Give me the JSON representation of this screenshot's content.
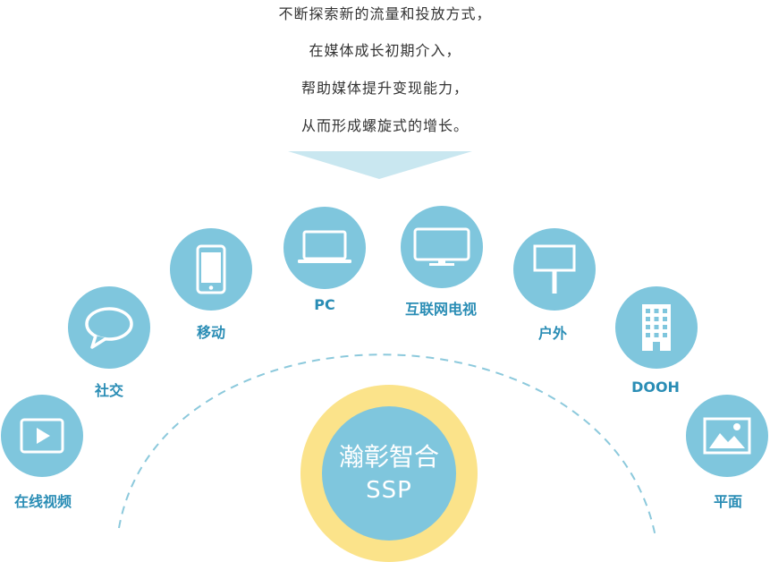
{
  "intro_lines": [
    "不断探索新的流量和投放方式，",
    "在媒体成长初期介入，",
    "帮助媒体提升变现能力，",
    "从而形成螺旋式的增长。"
  ],
  "colors": {
    "circle": "#7fc6dd",
    "label": "#2a8db5",
    "ring": "#fbe38a",
    "funnel": "#c9e7f0",
    "arc": "#8cc9dc"
  },
  "channels": [
    {
      "label": "在线视频",
      "icon": "play-video-icon"
    },
    {
      "label": "社交",
      "icon": "speech-bubble-icon"
    },
    {
      "label": "移动",
      "icon": "smartphone-icon"
    },
    {
      "label": "PC",
      "icon": "laptop-icon"
    },
    {
      "label": "互联网电视",
      "icon": "tv-icon"
    },
    {
      "label": "户外",
      "icon": "billboard-icon"
    },
    {
      "label": "DOOH",
      "icon": "building-icon"
    },
    {
      "label": "平面",
      "icon": "picture-icon"
    }
  ],
  "center": {
    "name": "瀚彰智合",
    "sub": "SSP"
  }
}
